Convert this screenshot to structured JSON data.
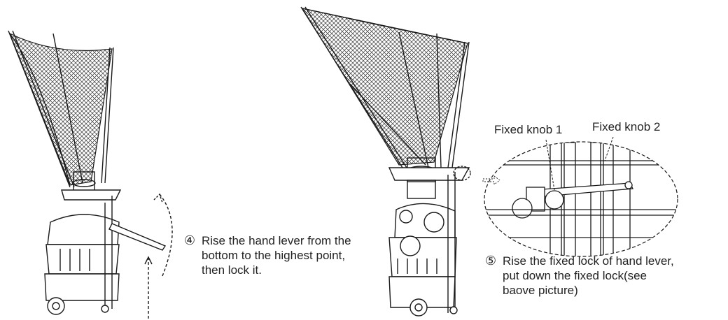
{
  "steps": [
    {
      "number": "④",
      "text": "Rise the hand lever from the\nbottom to the highest point,\nthen lock it."
    },
    {
      "number": "⑤",
      "text": "Rise the fixed lock of hand lever,\nput down the fixed lock(see\nbaove picture)"
    }
  ],
  "callouts": {
    "knob1": "Fixed knob 1",
    "knob2": "Fixed knob 2"
  },
  "colors": {
    "line": "#1a1a1a",
    "net": "#333333",
    "text": "#222222"
  }
}
